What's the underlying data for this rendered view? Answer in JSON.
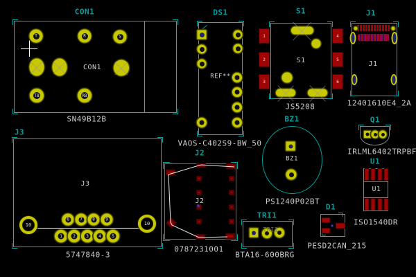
{
  "colors": {
    "ref_teal": "#00A0A0",
    "value_grey": "#CDCDCD",
    "outline_grey": "#858585",
    "pad_yellow": "#C8C800",
    "pad_red": "#A00505",
    "hole_dark": "#11111C",
    "slot_blue": "#1E2470",
    "white": "#FFFFFF",
    "background": "#000000"
  },
  "components": {
    "con1": {
      "ref": "CON1",
      "value": "SN49B12B",
      "center_label": "CON1",
      "pads_top": [
        "T",
        "R",
        "S"
      ],
      "pads_bottom": [
        "TB",
        "RB"
      ]
    },
    "ds1": {
      "ref": "DS1",
      "value": "VAOS-C402S9-BW_50",
      "center_label": "REF**"
    },
    "s1": {
      "ref": "S1",
      "value": "JS5208",
      "center_label": "S1",
      "pads_left": [
        "1",
        "2",
        "3"
      ],
      "pads_right": [
        "4",
        "5",
        "6"
      ]
    },
    "j1": {
      "ref": "J1",
      "value": "12401610E4_2A",
      "center_label": "J1"
    },
    "q1": {
      "ref": "Q1",
      "value": "IRLML6402TRPBF"
    },
    "u1": {
      "ref": "U1",
      "value": "ISO1540DR",
      "center_label": "U1"
    },
    "bz1": {
      "ref": "BZ1",
      "value": "PS1240P02BT",
      "center_label": "BZ1"
    },
    "j3": {
      "ref": "J3",
      "value": "5747840-3",
      "center_label": "J3",
      "mount_label": "10",
      "pins_top": [
        "6",
        "7",
        "8",
        "9"
      ],
      "pins_bottom": [
        "1",
        "2",
        "3",
        "4",
        "5"
      ]
    },
    "j2": {
      "ref": "J2",
      "value": "0787231001",
      "center_label": "J2"
    },
    "tri1": {
      "ref": "TRI1",
      "value": "BTA16-600BRG",
      "overlay_label": "TRI1"
    },
    "d1": {
      "ref": "D1",
      "value": "PESD2CAN_215"
    }
  }
}
